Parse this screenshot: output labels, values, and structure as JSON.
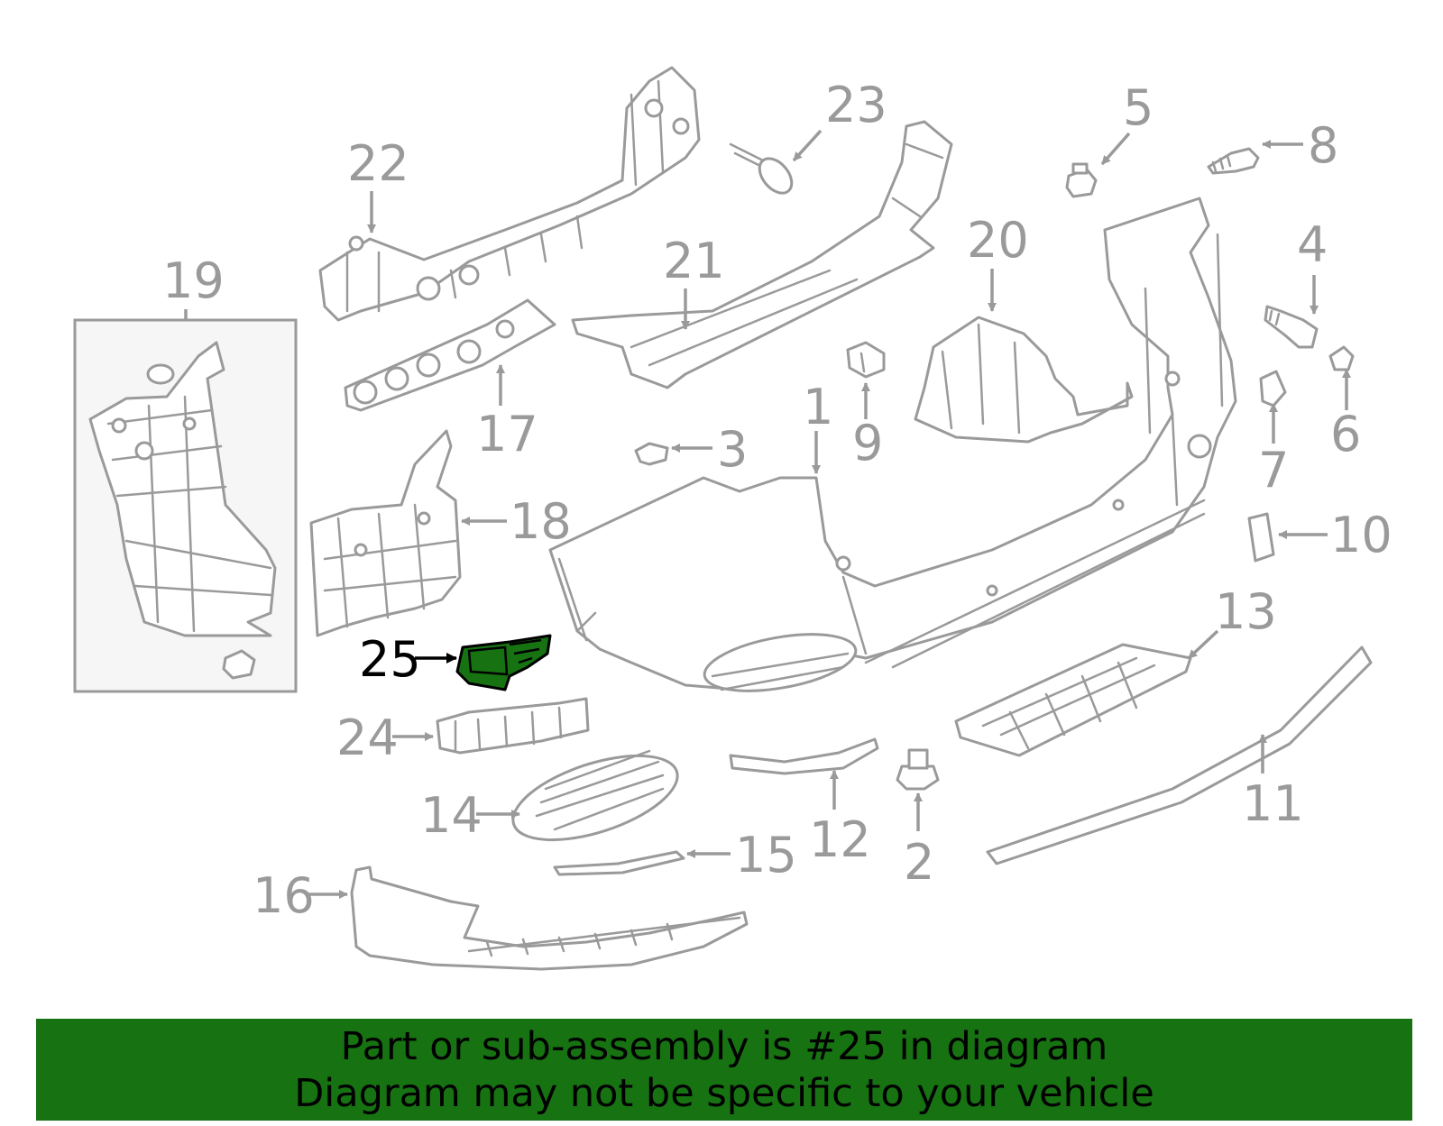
{
  "colors": {
    "highlight_fill": "#177212",
    "line_gray": "#9a9a9a",
    "banner_bg": "#177212",
    "inset_bg": "#f6f6f6"
  },
  "diagram": {
    "highlighted_part": "25",
    "callouts": [
      "1",
      "2",
      "3",
      "4",
      "5",
      "6",
      "7",
      "8",
      "9",
      "10",
      "11",
      "12",
      "13",
      "14",
      "15",
      "16",
      "17",
      "18",
      "19",
      "20",
      "21",
      "22",
      "23",
      "24",
      "25"
    ]
  },
  "banner": {
    "line1": "Part or sub-assembly is #25 in diagram",
    "line2": "Diagram may not be specific to your vehicle"
  }
}
